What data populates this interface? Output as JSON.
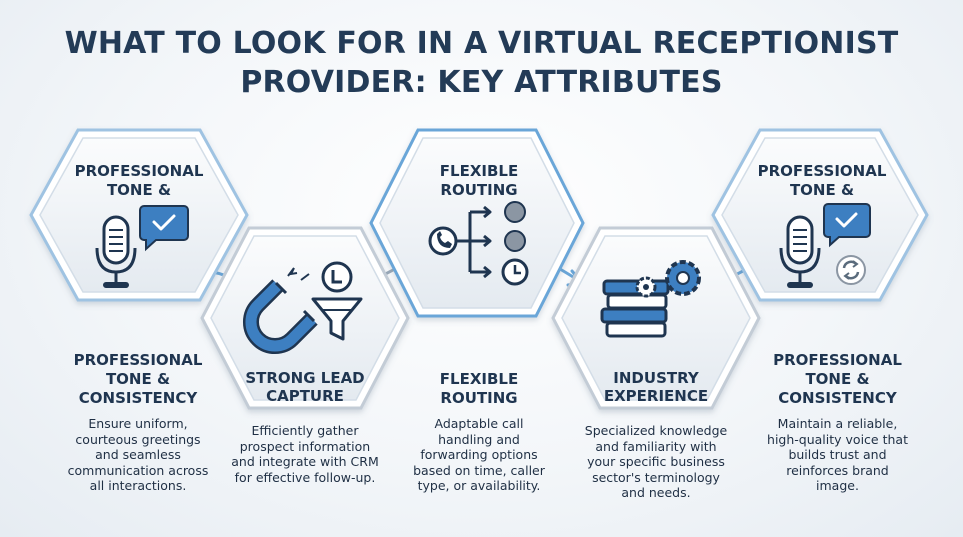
{
  "title_lines": [
    "WHAT TO LOOK FOR IN A VIRTUAL RECEPTIONIST",
    "PROVIDER: KEY ATTRIBUTES"
  ],
  "steps": [
    {
      "hex_label": [
        "PROFESSIONAL",
        "TONE &"
      ],
      "icon": "microphone-chat-check-icon",
      "title": [
        "PROFESSIONAL",
        "TONE &",
        "CONSISTENCY"
      ],
      "description": [
        "Ensure uniform,",
        "courteous greetings",
        "and seamless",
        "communication across",
        "all interactions."
      ]
    },
    {
      "hex_label": [
        "STRONG LEAD",
        "CAPTURE"
      ],
      "icon": "magnet-funnel-icon",
      "title": [],
      "description": [
        "Efficiently gather",
        "prospect information",
        "and integrate with CRM",
        "for effective follow-up."
      ]
    },
    {
      "hex_label": [
        "FLEXIBLE",
        "ROUTING"
      ],
      "icon": "call-routing-icon",
      "title": [
        "FLEXIBLE",
        "ROUTING"
      ],
      "description": [
        "Adaptable call",
        "handling and",
        "forwarding options",
        "based on time, caller",
        "type, or availability."
      ]
    },
    {
      "hex_label": [
        "INDUSTRY",
        "EXPERIENCE"
      ],
      "icon": "books-gears-icon",
      "title": [],
      "description": [
        "Specialized knowledge",
        "and familiarity with",
        "your specific business",
        "sector's terminology",
        "and needs."
      ]
    },
    {
      "hex_label": [
        "PROFESSIONAL",
        "TONE &"
      ],
      "icon": "microphone-chat-refresh-icon",
      "title": [
        "PROFESSIONAL",
        "TONE &",
        "CONSISTENCY"
      ],
      "description": [
        "Maintain a reliable,",
        "high-quality voice that",
        "builds trust and",
        "reinforces brand",
        "image."
      ]
    }
  ],
  "colors": {
    "navy": "#1f3550",
    "accent_blue": "#3d7fc1",
    "light_blue": "#6aa6d8",
    "hex_fill": "#eef2f6",
    "hex_border": "#b9c6d3"
  }
}
